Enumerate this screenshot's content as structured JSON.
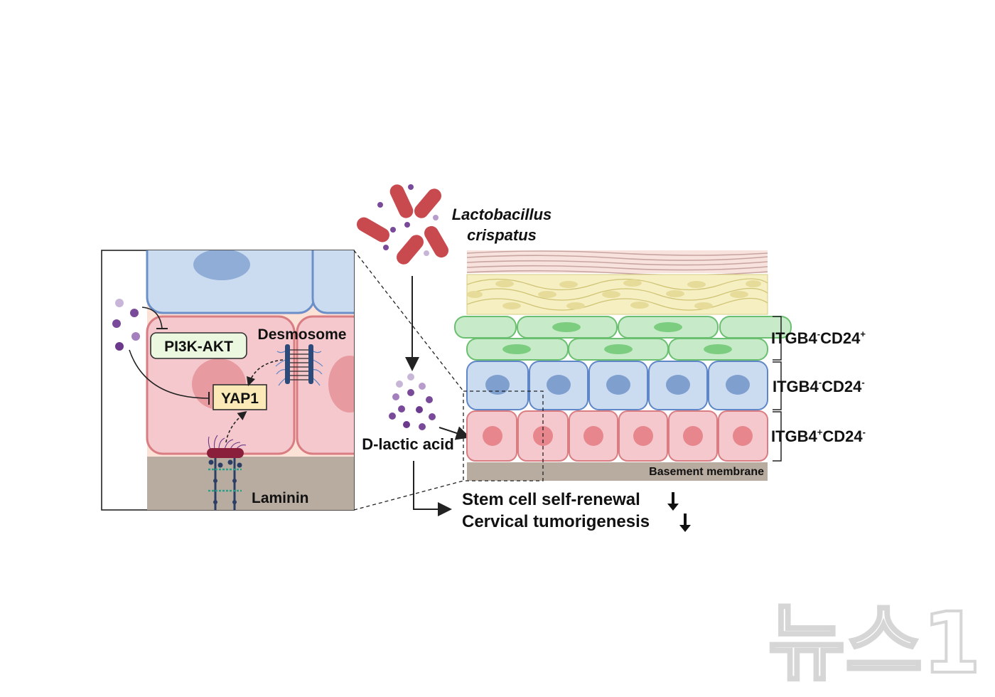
{
  "bacterium": {
    "line1": "Lactobacillus",
    "line2": "crispatus"
  },
  "metabolite": {
    "label": "D-lactic acid"
  },
  "inset": {
    "pathway_label": "PI3K-AKT",
    "target_label": "YAP1",
    "desmosome_label": "Desmosome",
    "laminin_label": "Laminin"
  },
  "epithelium": {
    "basement_label": "Basement membrane",
    "layers": [
      {
        "prefix": "ITGB4",
        "sup1": "-",
        "mid": "CD24",
        "sup2": "+",
        "color": "#1f9a2e"
      },
      {
        "prefix": "ITGB4",
        "sup1": "-",
        "mid": "CD24",
        "sup2": "-",
        "color": "#1a3fd0"
      },
      {
        "prefix": "ITGB4",
        "sup1": "+",
        "mid": "CD24",
        "sup2": "-",
        "color": "#e0181c"
      }
    ]
  },
  "outcomes": [
    {
      "text": "Stem cell self-renewal"
    },
    {
      "text": "Cervical tumorigenesis"
    }
  ],
  "watermark": {
    "text": "뉴스1"
  },
  "colors": {
    "bacterium": "#c84a4f",
    "molecule": "#7a4a9a",
    "blue_cell": "#ccdcf0",
    "pink_cell": "#f4c8cc",
    "green_cell": "#c7ebc8",
    "basement": "#b8aca0"
  }
}
